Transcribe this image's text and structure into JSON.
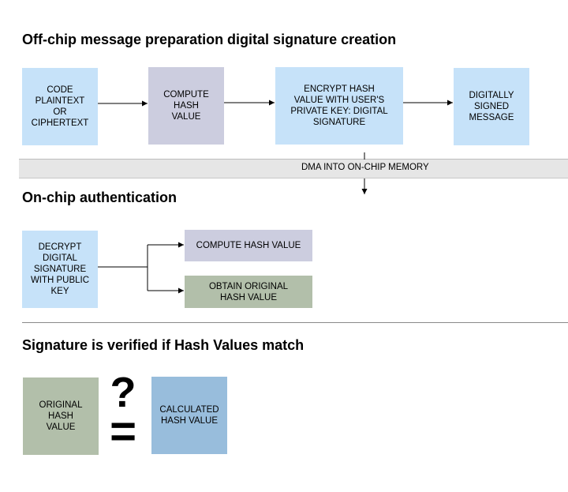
{
  "sections": {
    "offchip_title": "Off-chip message preparation digital signature creation",
    "onchip_title": "On-chip authentication",
    "verify_title": "Signature is verified if Hash Values match"
  },
  "offchip": {
    "code_box": "CODE\nPLAINTEXT\nOR\nCIPHERTEXT",
    "compute_box": "COMPUTE\nHASH\nVALUE",
    "encrypt_box": "ENCRYPT HASH\nVALUE WITH USER'S\nPRIVATE KEY: DIGITAL\nSIGNATURE",
    "signed_box": "DIGITALLY\nSIGNED\nMESSAGE"
  },
  "dma": {
    "label": "DMA INTO ON-CHIP MEMORY"
  },
  "onchip": {
    "decrypt_box": "DECRYPT\nDIGITAL\nSIGNATURE\nWITH PUBLIC\nKEY",
    "compute_hash_box": "COMPUTE HASH VALUE",
    "obtain_hash_box": "OBTAIN ORIGINAL\nHASH VALUE"
  },
  "verify": {
    "original_box": "ORIGINAL\nHASH\nVALUE",
    "question_mark": "?",
    "equals_sign": "=",
    "calculated_box": "CALCULATED\nHASH VALUE"
  },
  "colors": {
    "light_blue": "#c6e2f9",
    "lavender": "#cccddf",
    "sage": "#b2bfaa",
    "steel_blue": "#98bddc"
  }
}
